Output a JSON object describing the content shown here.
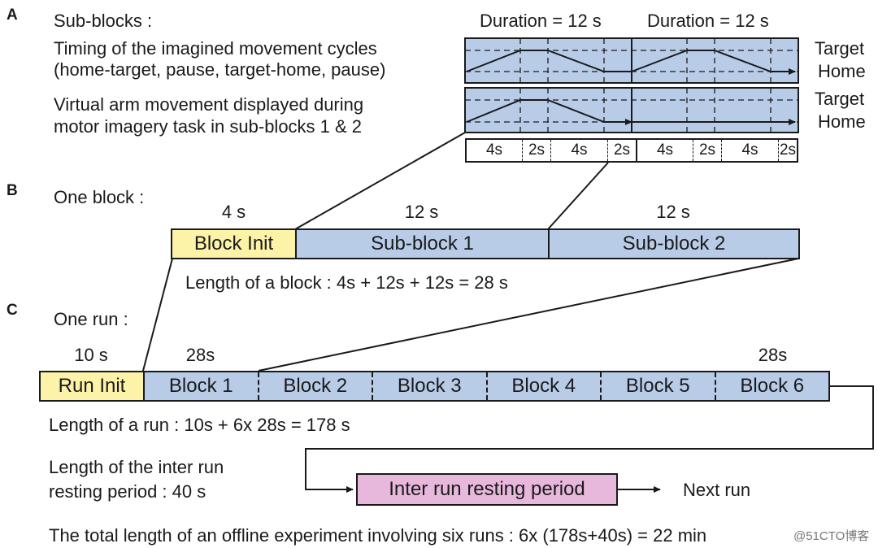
{
  "panel_a": {
    "letter": "A",
    "title": "Sub-blocks :",
    "desc1_line1": "Timing of the imagined movement cycles",
    "desc1_line2": "(home-target, pause, target-home, pause)",
    "desc2_line1": "Virtual arm movement displayed during",
    "desc2_line2": "motor imagery task in sub-blocks 1 & 2",
    "duration_left": "Duration = 12 s",
    "duration_right": "Duration = 12 s",
    "target_label_1": "Target",
    "home_label_1": "Home",
    "target_label_2": "Target",
    "home_label_2": "Home",
    "cycle_durations": [
      "4s",
      "2s",
      "4s",
      "2s",
      "4s",
      "2s",
      "4s",
      "2s"
    ]
  },
  "panel_b": {
    "letter": "B",
    "title": "One block :",
    "init_duration": "4 s",
    "sub1_duration": "12 s",
    "sub2_duration": "12 s",
    "init_label": "Block Init",
    "sub1_label": "Sub-block 1",
    "sub2_label": "Sub-block 2",
    "length_text": "Length of a block : 4s + 12s + 12s = 28 s"
  },
  "panel_c": {
    "letter": "C",
    "title": "One run :",
    "init_duration": "10 s",
    "block_duration_first": "28s",
    "block_duration_last": "28s",
    "init_label": "Run Init",
    "blocks": [
      "Block 1",
      "Block 2",
      "Block 3",
      "Block 4",
      "Block 5",
      "Block 6"
    ],
    "length_text": "Length of a run : 10s + 6x 28s = 178 s",
    "rest_text_line1": "Length of the inter run",
    "rest_text_line2": "resting period : 40 s",
    "rest_label": "Inter run resting period",
    "next_label": "Next run",
    "total_text": "The total length of an offline experiment involving six runs : 6x (178s+40s) = 22 min"
  },
  "watermark": "@51CTO博客",
  "colors": {
    "blue": "#b8cce8",
    "yellow": "#fdf3a8",
    "pink": "#e7b7dc",
    "line": "#1a1a1a"
  }
}
